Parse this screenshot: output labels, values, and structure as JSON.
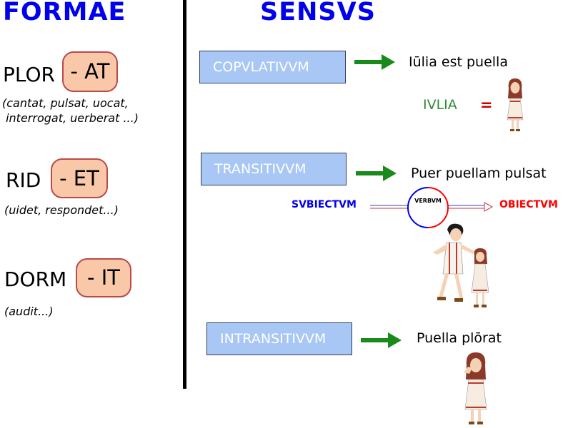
{
  "left": {
    "title": "FORMAE",
    "groups": [
      {
        "stem": "PLOR",
        "ending": "- AT",
        "examples": [
          "(cantat, pulsat, uocat,",
          " interrogat, uerberat ...)"
        ]
      },
      {
        "stem": "RID",
        "ending": "- ET",
        "examples": [
          "(uidet, respondet...)"
        ]
      },
      {
        "stem": "DORM",
        "ending": "- IT",
        "examples": [
          "(audit...)"
        ]
      }
    ]
  },
  "right": {
    "title": "SENSVS",
    "rows": [
      {
        "box": "COPVLATIVVM",
        "sentence": "Iūlia est puella",
        "name_label": "IVLIA",
        "equals": "="
      },
      {
        "box": "TRANSITIVVM",
        "sentence": "Puer puellam pulsat",
        "subject": "SVBIECTVM",
        "verb": "VERBVM",
        "object": "OBIECTVM"
      },
      {
        "box": "INTRANSITIVVM",
        "sentence": "Puella plōrat"
      }
    ]
  },
  "colors": {
    "title": "#0000ee",
    "arrow": "#1a8a1a",
    "box_fill": "#a9c7f5",
    "pill_fill": "#f9c8a8",
    "pill_border": "#b94a48",
    "name_label": "#2e8b2e",
    "equals": "#cc0000",
    "subject": "#0000ee",
    "object": "#ff0000"
  }
}
